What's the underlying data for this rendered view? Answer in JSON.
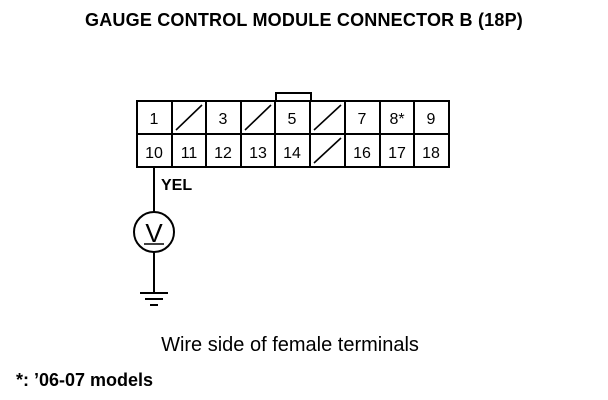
{
  "title": "GAUGE CONTROL MODULE CONNECTOR B (18P)",
  "connector": {
    "top_row": [
      {
        "label": "1"
      },
      {
        "label": ""
      },
      {
        "label": "3"
      },
      {
        "label": ""
      },
      {
        "label": "5"
      },
      {
        "label": ""
      },
      {
        "label": "7"
      },
      {
        "label": "8*"
      },
      {
        "label": "9"
      }
    ],
    "bottom_row": [
      {
        "label": "10"
      },
      {
        "label": "11"
      },
      {
        "label": "12"
      },
      {
        "label": "13"
      },
      {
        "label": "14"
      },
      {
        "label": ""
      },
      {
        "label": "16"
      },
      {
        "label": "17"
      },
      {
        "label": "18"
      }
    ]
  },
  "wire": {
    "color_label": "YEL",
    "terminal": "10"
  },
  "meter": {
    "symbol": "V"
  },
  "caption": "Wire side of female terminals",
  "footnote": "*: ’06-07 models"
}
